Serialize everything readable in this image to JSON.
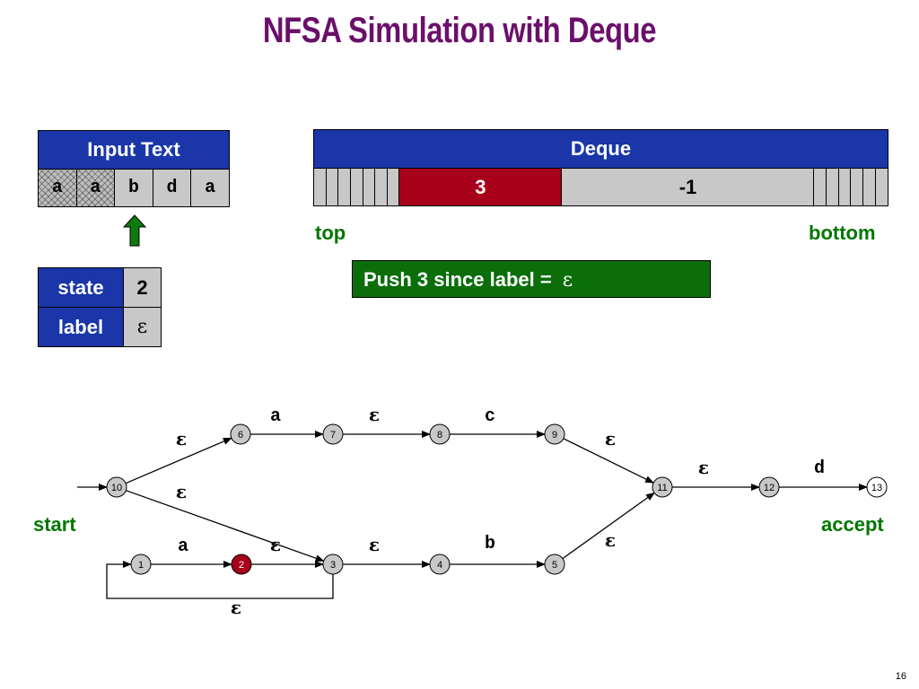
{
  "title": "NFSA Simulation with Deque",
  "input_text": {
    "header": "Input Text",
    "chars": [
      "a",
      "a",
      "b",
      "d",
      "a"
    ],
    "consumed": [
      true,
      true,
      false,
      false,
      false
    ]
  },
  "deque": {
    "header": "Deque",
    "cells": [
      "",
      "",
      "",
      "",
      "",
      "",
      "",
      "3",
      "-1",
      "",
      "",
      "",
      "",
      "",
      ""
    ],
    "highlighted_index": 7,
    "top_label": "top",
    "bottom_label": "bottom"
  },
  "status": {
    "state_label": "state",
    "state_value": "2",
    "label_label": "label",
    "label_value": "ε"
  },
  "message": {
    "text": "Push 3 since label  =",
    "symbol": "ε"
  },
  "automaton": {
    "start_label": "start",
    "accept_label": "accept",
    "states": [
      {
        "id": "1"
      },
      {
        "id": "2",
        "current": true
      },
      {
        "id": "3"
      },
      {
        "id": "4"
      },
      {
        "id": "5"
      },
      {
        "id": "6"
      },
      {
        "id": "7"
      },
      {
        "id": "8"
      },
      {
        "id": "9"
      },
      {
        "id": "10"
      },
      {
        "id": "11"
      },
      {
        "id": "12"
      },
      {
        "id": "13",
        "accept": true
      }
    ],
    "transitions": [
      {
        "from": "10",
        "to": "6",
        "label": "ε"
      },
      {
        "from": "6",
        "to": "7",
        "label": "a"
      },
      {
        "from": "7",
        "to": "8",
        "label": "ε"
      },
      {
        "from": "8",
        "to": "9",
        "label": "c"
      },
      {
        "from": "9",
        "to": "11",
        "label": "ε"
      },
      {
        "from": "10",
        "to": "3",
        "label": "ε"
      },
      {
        "from": "1",
        "to": "2",
        "label": "a"
      },
      {
        "from": "2",
        "to": "3",
        "label": "ε"
      },
      {
        "from": "3",
        "to": "4",
        "label": "ε"
      },
      {
        "from": "4",
        "to": "5",
        "label": "b"
      },
      {
        "from": "5",
        "to": "11",
        "label": "ε"
      },
      {
        "from": "3",
        "to": "1",
        "label": "ε"
      },
      {
        "from": "11",
        "to": "12",
        "label": "ε"
      },
      {
        "from": "12",
        "to": "13",
        "label": "d"
      }
    ]
  },
  "colors": {
    "title": "#6b0f6b",
    "header_blue": "#1a36a8",
    "current_red": "#a8001a",
    "accent_green": "#007700",
    "message_green": "#0b6e0b"
  },
  "slide_number": "16"
}
